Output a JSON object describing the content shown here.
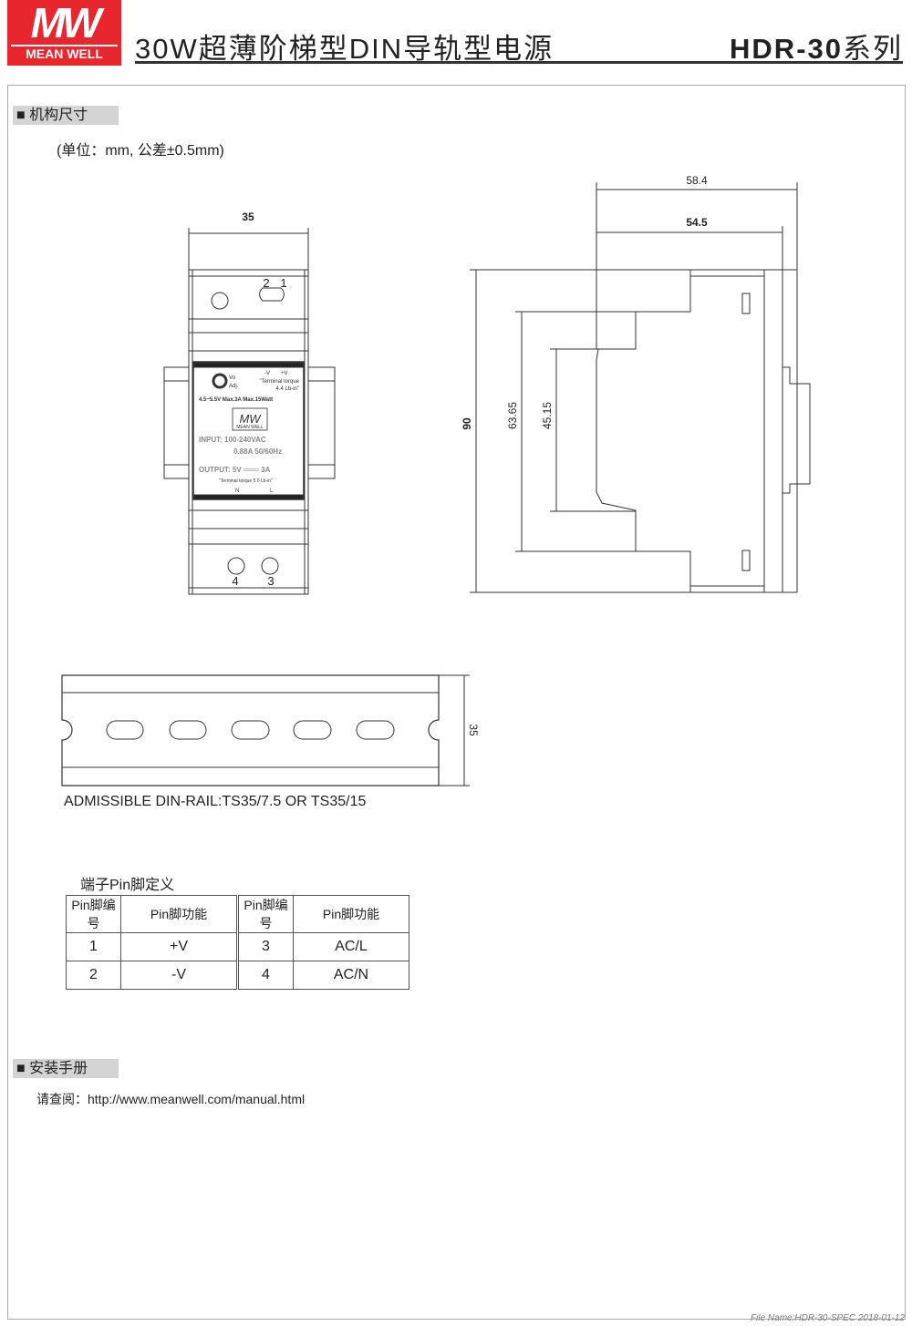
{
  "header": {
    "logo_mark": "MW",
    "logo_brand": "MEAN WELL",
    "title": "30W超薄阶梯型DIN导轨型电源",
    "series_model": "HDR-30",
    "series_suffix": "系列"
  },
  "mechanical": {
    "heading": "机构尺寸",
    "units": "(单位：mm, 公差±0.5mm)",
    "front": {
      "width_dim": "35",
      "pins_top": [
        "2",
        "1"
      ],
      "pins_bottom": [
        "4",
        "3"
      ],
      "label": {
        "adj1": "Vo",
        "adj2": "Adj.",
        "neg": "-V",
        "pos": "+V",
        "torque_top1": "\"Terminal torque",
        "torque_top2": "4.4 Lb-in\"",
        "range": "4.5~5.5V  Max.3A  Max.15Watt",
        "logo_mark": "MW",
        "logo_brand": "MEAN WELL",
        "input1": "INPUT: 100-240VAC",
        "input2": "0.88A  50/60Hz",
        "output": "OUTPUT:  5V ═══ 3A",
        "torque_bottom": "\"Terminal torque 5.0 Lb-in\"",
        "n": "N",
        "l": "L"
      }
    },
    "side": {
      "dim_total": "58.4",
      "dim_body": "54.5",
      "dim_height": "90",
      "dim_step1": "63.65",
      "dim_step2": "45.15"
    },
    "rail": {
      "height_dim": "35",
      "caption": "ADMISSIBLE DIN-RAIL:TS35/7.5 OR TS35/15"
    }
  },
  "pin_table": {
    "title": "端子Pin脚定义",
    "headers": [
      "Pin脚编号",
      "Pin脚功能",
      "Pin脚编号",
      "Pin脚功能"
    ],
    "rows": [
      [
        "1",
        "+V",
        "3",
        "AC/L"
      ],
      [
        "2",
        "-V",
        "4",
        "AC/N"
      ]
    ]
  },
  "manual": {
    "heading": "安装手册",
    "text": "请查阅：http://www.meanwell.com/manual.html"
  },
  "footer": "File Name:HDR-30-SPEC   2018-01-12",
  "colors": {
    "brand": "#e8262e"
  }
}
